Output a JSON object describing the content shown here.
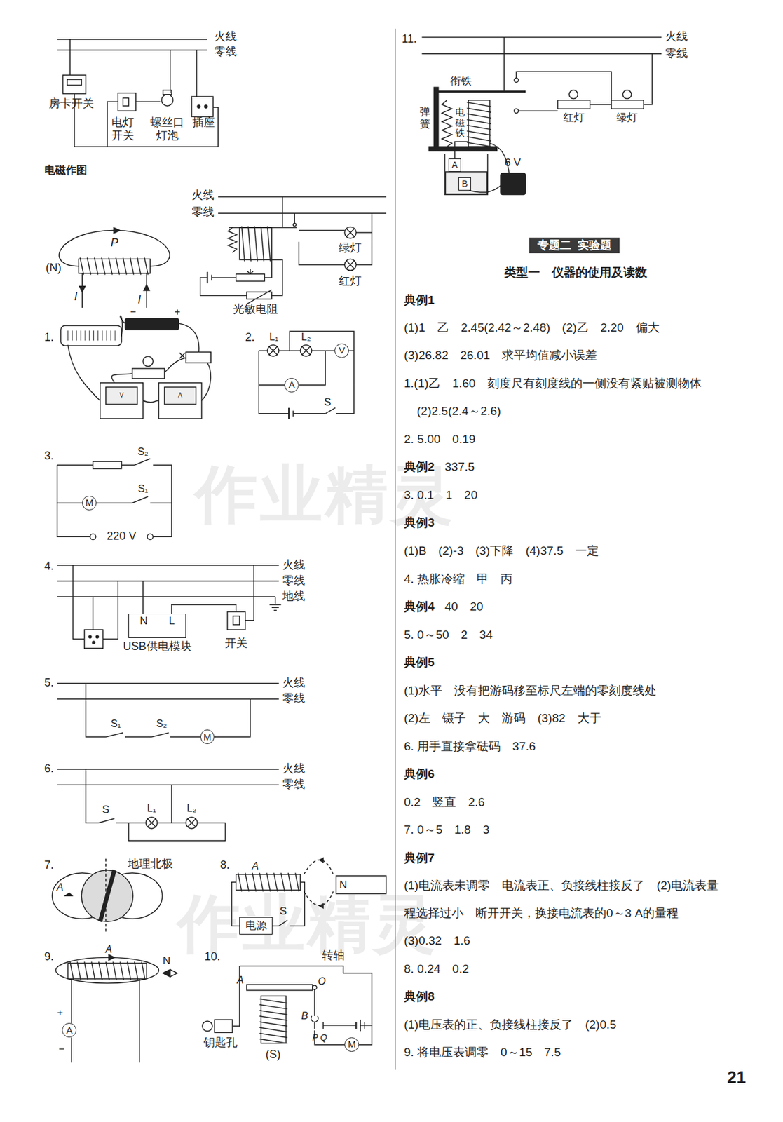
{
  "diagram": {
    "nodes": [
      {
        "text": [
          "电源"
        ]
      },
      {
        "text": [
          "N",
          "L",
          "USB供电模块"
        ]
      },
      {
        "text": [
          "A"
        ]
      },
      {
        "text": [
          "B"
        ]
      },
      {
        "text": [
          "专题二",
          "实验题"
        ]
      },
      {
        "text": [
          "V"
        ]
      },
      {
        "text": [
          "A"
        ]
      },
      {
        "text": [
          "M"
        ]
      },
      {
        "text": [
          "M"
        ]
      },
      {
        "text": [
          "A"
        ]
      },
      {
        "text": [
          "M"
        ]
      }
    ],
    "labels": [
      "火线",
      "零线",
      "房卡开关",
      "电灯 开关",
      "螺丝口 灯泡",
      "插座",
      "电磁作图",
      "P",
      "(N)",
      "I",
      "I",
      "火线",
      "零线",
      "绿灯",
      "红灯",
      "光敏电阻",
      "1.",
      "−",
      "+",
      "V",
      "A",
      "2.",
      "L₁",
      "L₂",
      "S",
      "3.",
      "S₂",
      "S₁",
      "220 V",
      "4.",
      "火线",
      "零线",
      "地线",
      "开关",
      "5.",
      "火线",
      "零线",
      "S₁",
      "S₂",
      "6.",
      "火线",
      "零线",
      "S",
      "L₁",
      "L₂",
      "7.",
      "地理北极",
      "A",
      "8.",
      "A",
      "N",
      "S",
      "9.",
      "A",
      "N",
      "+",
      "−",
      "10.",
      "转轴",
      "A",
      "O",
      "B",
      "P Q",
      "钥匙孔",
      "(S)",
      "11.",
      "火线",
      "零线",
      "衔铁",
      "弹簧",
      "电磁铁",
      "红灯",
      "绿灯",
      "6 V",
      "类型一　仪器的使用及读数",
      "典例1",
      "(1)1　乙　2.45(2.42～2.48)　(2)乙　2.20　偏大",
      "(3)26.82　26.01　求平均值减小误差",
      "1.(1)乙　1.60　刻度尺有刻度线的一侧没有紧贴被测物体",
      "(2)2.5(2.4～2.6)",
      "2. 5.00　0.19",
      "典例2",
      "337.5",
      "3. 0.1　1　20",
      "典例3",
      "(1)B　(2)-3　(3)下降　(4)37.5　一定",
      "4. 热胀冷缩　甲　丙",
      "典例4",
      "40　20",
      "5. 0～50　2　34",
      "典例5",
      "(1)水平　没有把游码移至标尺左端的零刻度线处",
      "(2)左　镊子　大　游码　(3)82　大于",
      "6. 用手直接拿砝码　37.6",
      "典例6",
      "0.2　竖直　2.6",
      "7. 0～5　1.8　3",
      "典例7",
      "(1)电流表未调零　电流表正、负接线柱接反了　(2)电流表量",
      "程选择过小　断开开关，换接电流表的0～3 A的量程",
      "(3)0.32　1.6",
      "8. 0.24　0.2",
      "典例8",
      "(1)电压表的正、负接线柱接反了　(2)0.5",
      "9. 将电压表调零　0～15　7.5",
      "21",
      "作业精灵",
      "作业精灵"
    ]
  }
}
